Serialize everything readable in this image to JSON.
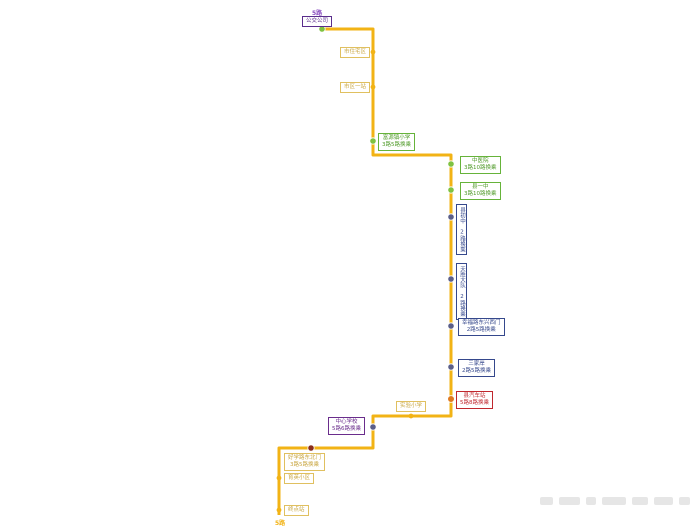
{
  "route": {
    "name_top": "5路",
    "name_bottom": "5路",
    "line_color": "#f2b315"
  },
  "stops": [
    {
      "id": "s1",
      "name": "公交公司",
      "sub": "",
      "color": "#5a2d8c",
      "dot": "#7fc241"
    },
    {
      "id": "s2",
      "name": "市住宅区",
      "sub": "",
      "color": "#e0c060",
      "dot": "#f2b315"
    },
    {
      "id": "s3",
      "name": "市区一站",
      "sub": "",
      "color": "#e0c060",
      "dot": "#f2b315"
    },
    {
      "id": "s4",
      "name": "富源镇小学",
      "sub": "3路5路换乘",
      "color": "#66b33a",
      "dot": "#7fc241"
    },
    {
      "id": "s5",
      "name": "中医院",
      "sub": "3路10路换乘",
      "color": "#66b33a",
      "dot": "#7fc241"
    },
    {
      "id": "s6",
      "name": "县一中",
      "sub": "3路10路换乘",
      "color": "#66b33a",
      "dot": "#7fc241"
    },
    {
      "id": "s7",
      "name": "县初中",
      "sub": "2路换乘",
      "color": "#35488c",
      "dot": "#5b5f8a"
    },
    {
      "id": "s8",
      "name": "天胜大队",
      "sub": "2路换乘",
      "color": "#35488c",
      "dot": "#5b5f8a"
    },
    {
      "id": "s9",
      "name": "幸福路东兴西门",
      "sub": "2路5路换乘",
      "color": "#35488c",
      "dot": "#5b5f8a"
    },
    {
      "id": "s10",
      "name": "三家岸",
      "sub": "2路5路换乘",
      "color": "#35488c",
      "dot": "#5b5f8a"
    },
    {
      "id": "s11",
      "name": "县汽车站",
      "sub": "5路8路换乘",
      "color": "#c0272d",
      "dot": "#e07a20"
    },
    {
      "id": "s12",
      "name": "实验小学",
      "sub": "",
      "color": "#e0c060",
      "dot": "#f2b315"
    },
    {
      "id": "s13",
      "name": "中心学校",
      "sub": "5路6路换乘",
      "color": "#6a2d8c",
      "dot": "#5b5f8a"
    },
    {
      "id": "s14",
      "name": "好学路东北门",
      "sub": "3路5路换乘",
      "color": "#e0c060",
      "dot": "#8a2d1c"
    },
    {
      "id": "s15",
      "name": "育英小区",
      "sub": "",
      "color": "#e0c060",
      "dot": "#f2b315"
    },
    {
      "id": "s16",
      "name": "终点站",
      "sub": "",
      "color": "#e0c060",
      "dot": "#f2b315"
    }
  ]
}
